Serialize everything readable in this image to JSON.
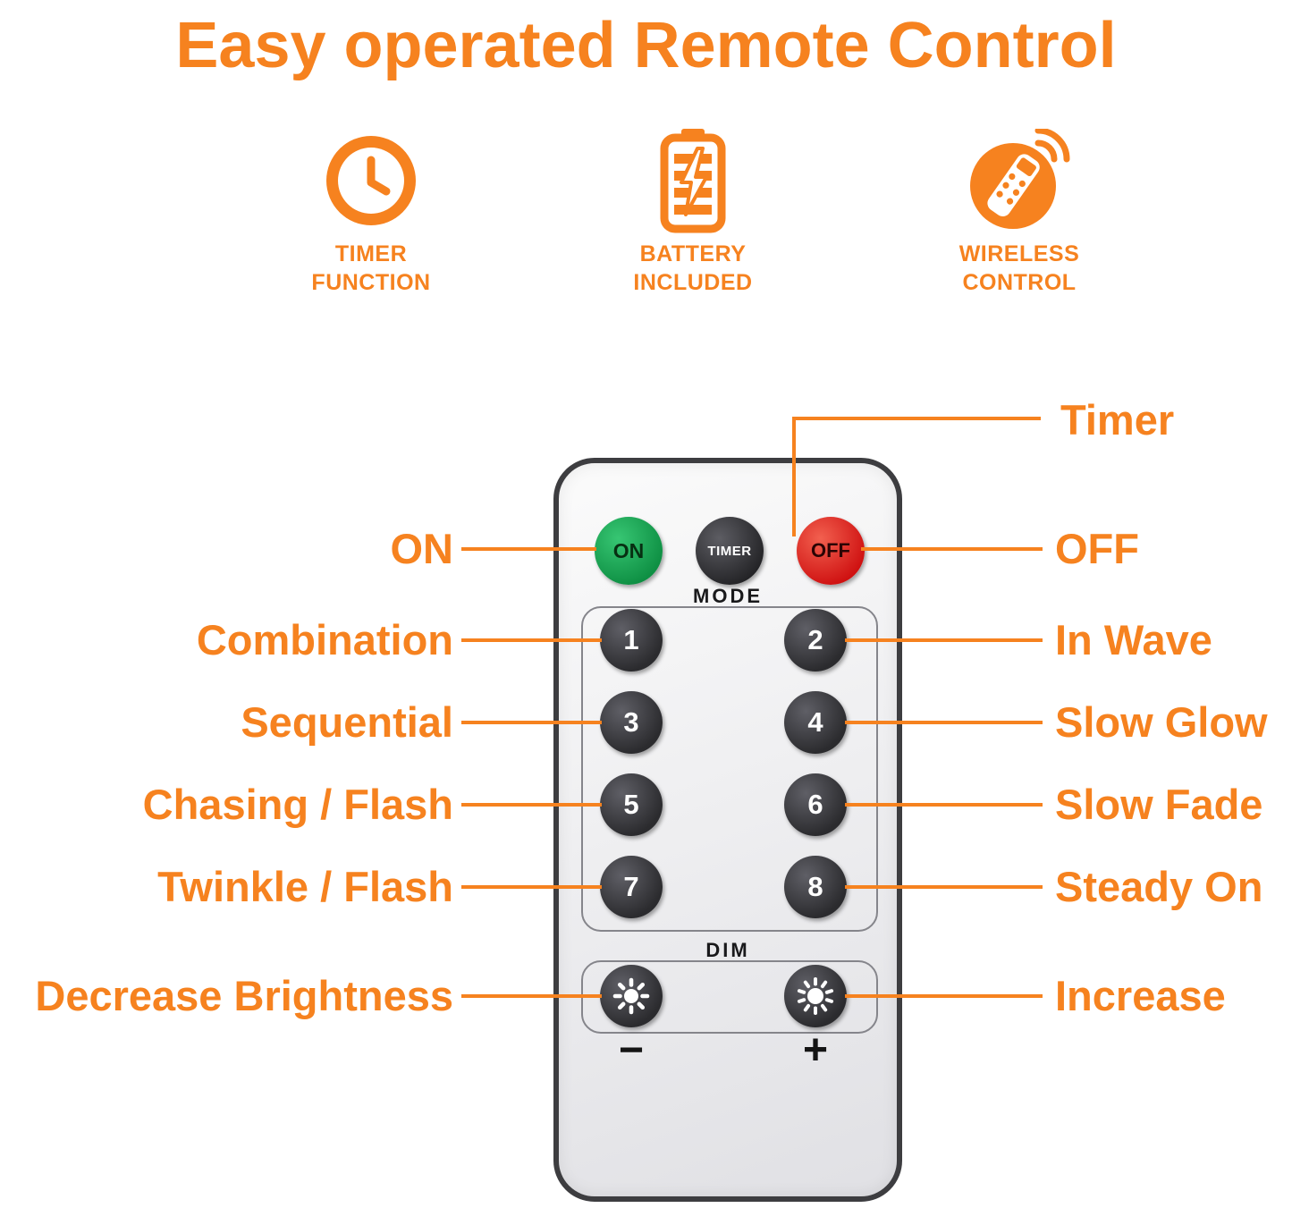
{
  "title": "Easy operated Remote Control",
  "colors": {
    "accent": "#F6821F",
    "remote_border": "#3d3d40",
    "button_dark": "#2b2b2e",
    "button_green": "#0e8f43",
    "button_red": "#cf1111"
  },
  "features": [
    {
      "icon": "clock-icon",
      "line1": "TIMER",
      "line2": "FUNCTION"
    },
    {
      "icon": "battery-icon",
      "line1": "BATTERY",
      "line2": "INCLUDED"
    },
    {
      "icon": "remote-icon",
      "line1": "WIRELESS",
      "line2": "CONTROL"
    }
  ],
  "remote": {
    "power": {
      "on": "ON",
      "timer": "TIMER",
      "off": "OFF"
    },
    "mode_label": "MODE",
    "mode_buttons": [
      "1",
      "2",
      "3",
      "4",
      "5",
      "6",
      "7",
      "8"
    ],
    "dim_label": "DIM",
    "dim_minus": "−",
    "dim_plus": "+"
  },
  "callouts": {
    "timer": "Timer",
    "on": "ON",
    "off": "OFF",
    "mode_left": [
      "Combination",
      "Sequential",
      "Chasing / Flash",
      "Twinkle / Flash"
    ],
    "mode_right": [
      "In Wave",
      "Slow Glow",
      "Slow Fade",
      "Steady On"
    ],
    "dim_left": "Decrease Brightness",
    "dim_right": "Increase"
  }
}
